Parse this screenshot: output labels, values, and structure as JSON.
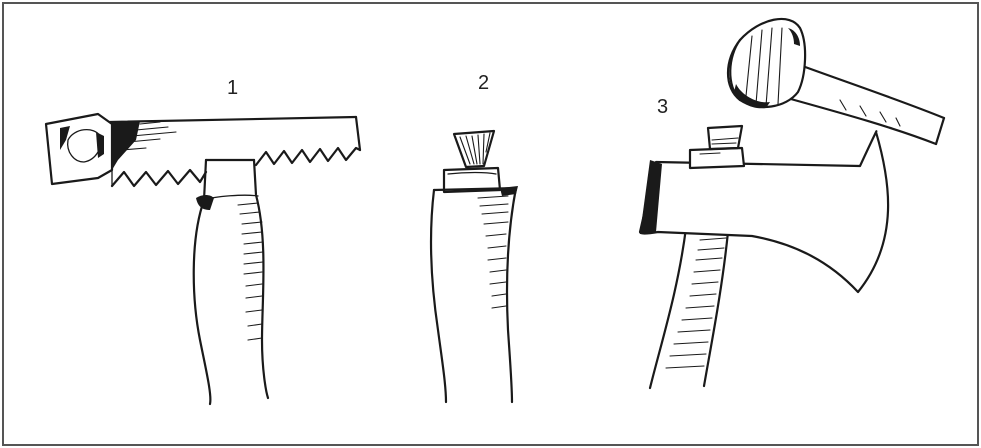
{
  "diagram": {
    "steps": [
      {
        "label": "1"
      },
      {
        "label": "2"
      },
      {
        "label": "3"
      }
    ]
  },
  "colors": {
    "ink": "#1a1a1a",
    "background": "#ffffff",
    "frame": "#555555"
  },
  "icons": [
    "saw-icon",
    "wedge-icon",
    "hammer-icon",
    "axe-head-icon",
    "axe-handle-icon"
  ]
}
